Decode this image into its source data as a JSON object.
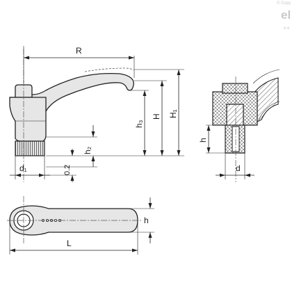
{
  "logo": {
    "text": "el",
    "copyright": "© Copy",
    "sub": "e   e"
  },
  "dimensions": {
    "R": "R",
    "H": "H",
    "H1": "H₁",
    "h3": "h₃",
    "h2": "h₂",
    "h": "h",
    "d1": "d₁",
    "d": "d",
    "gap": "0.2",
    "L": "L",
    "h_top": "h"
  }
}
